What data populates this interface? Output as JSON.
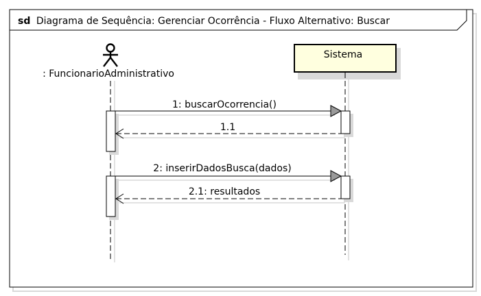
{
  "frame": {
    "keyword": "sd",
    "title": "Diagrama de Sequência: Gerenciar Ocorrência - Fluxo Alternativo: Buscar"
  },
  "lifelines": {
    "actor": {
      "name": ": FuncionarioAdministrativo"
    },
    "system": {
      "name": "Sistema"
    }
  },
  "messages": [
    {
      "id": "m1",
      "label": "1: buscarOcorrencia()"
    },
    {
      "id": "m1_1",
      "label": "1.1"
    },
    {
      "id": "m2",
      "label": "2: inserirDadosBusca(dados)"
    },
    {
      "id": "m2_1",
      "label": "2.1: resultados"
    }
  ],
  "colors": {
    "line": "#000000",
    "shadow": "#d9d9d9",
    "system_fill": "#ffffdf",
    "arrowhead_fill": "#9a9a9a"
  }
}
